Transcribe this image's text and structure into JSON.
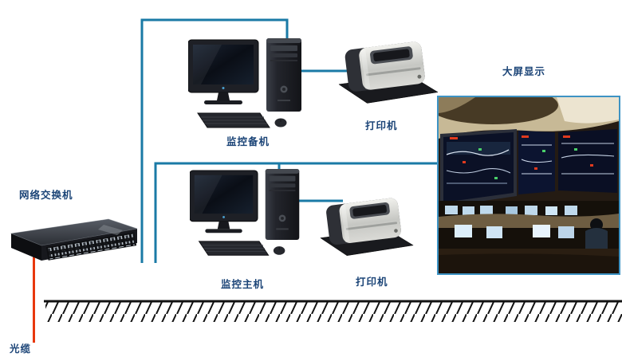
{
  "diagram": {
    "labels": {
      "switch": "网络交换机",
      "backup_pc": "监控备机",
      "printer_top": "打印机",
      "main_pc": "监控主机",
      "printer_bottom": "打印机",
      "big_screen": "大屏显示",
      "fiber": "光缆"
    },
    "colors": {
      "line": "#1a7aa6",
      "label": "#1b4477",
      "fiber": "#e8380d",
      "ground": "#121212",
      "photo_border": "#3d93c4",
      "background": "#ffffff"
    }
  }
}
